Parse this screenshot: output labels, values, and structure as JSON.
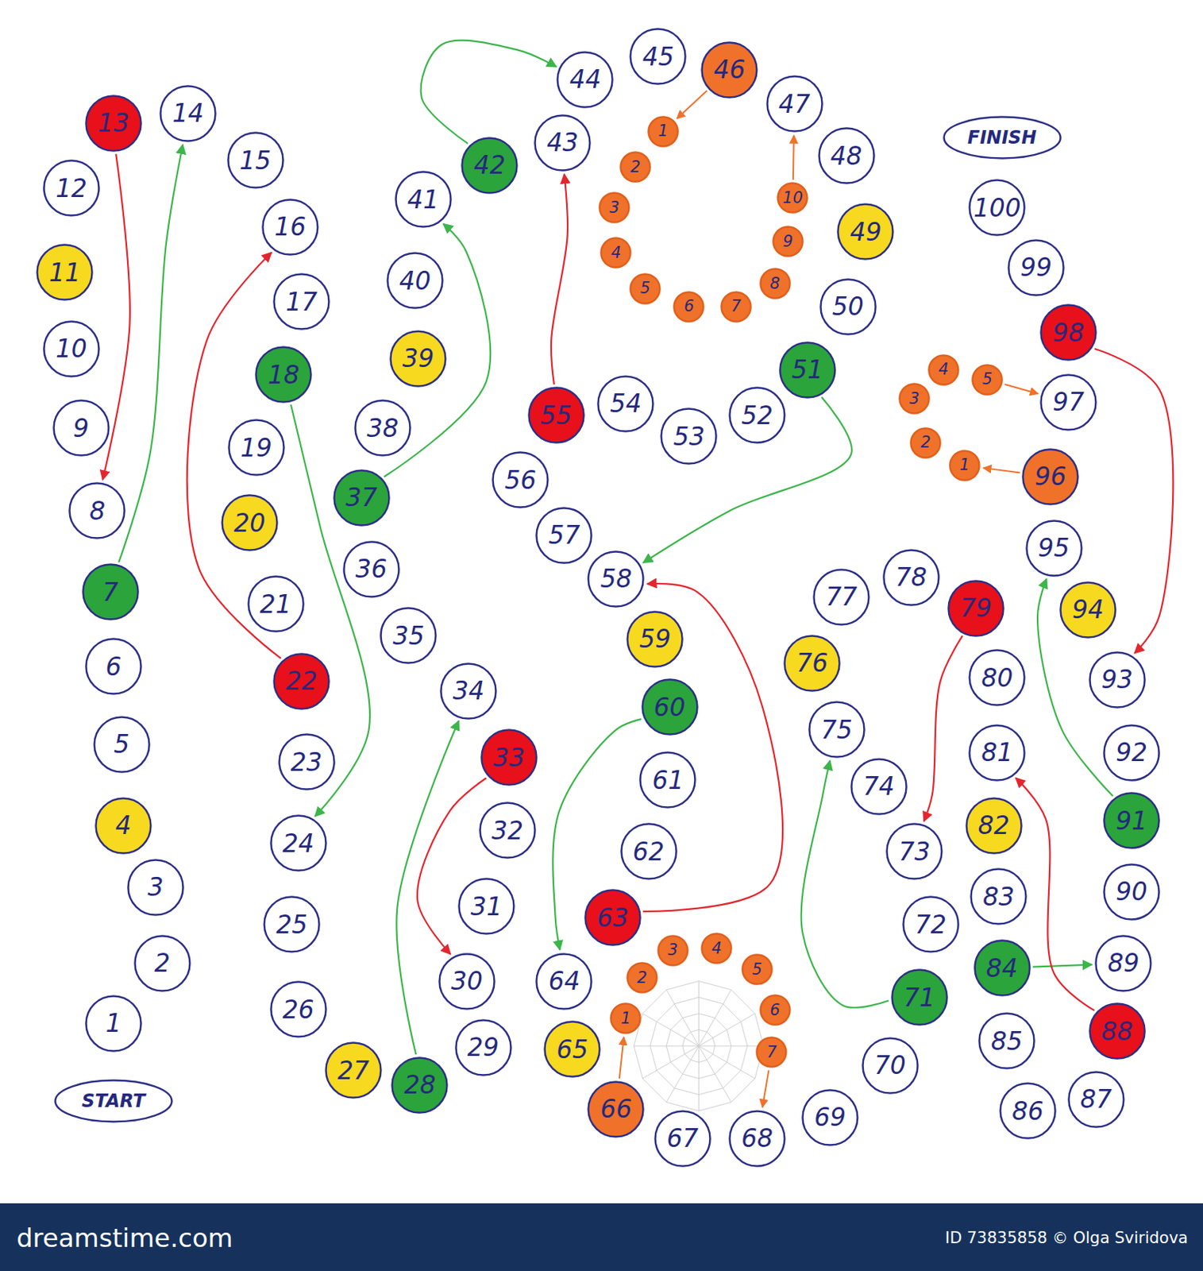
{
  "diagram": {
    "nodes": [
      {
        "text": [
          "START"
        ]
      },
      {
        "text": [
          "1"
        ]
      },
      {
        "text": [
          "2"
        ]
      },
      {
        "text": [
          "3"
        ]
      },
      {
        "text": [
          "4"
        ]
      },
      {
        "text": [
          "5"
        ]
      },
      {
        "text": [
          "6"
        ]
      },
      {
        "text": [
          "7"
        ]
      },
      {
        "text": [
          "8"
        ]
      },
      {
        "text": [
          "9"
        ]
      },
      {
        "text": [
          "10"
        ]
      },
      {
        "text": [
          "11"
        ]
      },
      {
        "text": [
          "12"
        ]
      },
      {
        "text": [
          "13"
        ]
      },
      {
        "text": [
          "14"
        ]
      },
      {
        "text": [
          "15"
        ]
      },
      {
        "text": [
          "16"
        ]
      },
      {
        "text": [
          "17"
        ]
      },
      {
        "text": [
          "18"
        ]
      },
      {
        "text": [
          "19"
        ]
      },
      {
        "text": [
          "20"
        ]
      },
      {
        "text": [
          "21"
        ]
      },
      {
        "text": [
          "22"
        ]
      },
      {
        "text": [
          "23"
        ]
      },
      {
        "text": [
          "24"
        ]
      },
      {
        "text": [
          "25"
        ]
      },
      {
        "text": [
          "26"
        ]
      },
      {
        "text": [
          "27"
        ]
      },
      {
        "text": [
          "28"
        ]
      },
      {
        "text": [
          "29"
        ]
      },
      {
        "text": [
          "30"
        ]
      },
      {
        "text": [
          "31"
        ]
      },
      {
        "text": [
          "32"
        ]
      },
      {
        "text": [
          "33"
        ]
      },
      {
        "text": [
          "34"
        ]
      },
      {
        "text": [
          "35"
        ]
      },
      {
        "text": [
          "36"
        ]
      },
      {
        "text": [
          "37"
        ]
      },
      {
        "text": [
          "38"
        ]
      },
      {
        "text": [
          "39"
        ]
      },
      {
        "text": [
          "40"
        ]
      },
      {
        "text": [
          "41"
        ]
      },
      {
        "text": [
          "42"
        ]
      },
      {
        "text": [
          "43"
        ]
      },
      {
        "text": [
          "44"
        ]
      },
      {
        "text": [
          "45"
        ]
      },
      {
        "text": [
          "46"
        ]
      },
      {
        "text": [
          "1"
        ]
      },
      {
        "text": [
          "2"
        ]
      },
      {
        "text": [
          "3"
        ]
      },
      {
        "text": [
          "4"
        ]
      },
      {
        "text": [
          "5"
        ]
      },
      {
        "text": [
          "6"
        ]
      },
      {
        "text": [
          "7"
        ]
      },
      {
        "text": [
          "8"
        ]
      },
      {
        "text": [
          "9"
        ]
      },
      {
        "text": [
          "10"
        ]
      },
      {
        "text": [
          "47"
        ]
      },
      {
        "text": [
          "48"
        ]
      },
      {
        "text": [
          "49"
        ]
      },
      {
        "text": [
          "50"
        ]
      },
      {
        "text": [
          "51"
        ]
      },
      {
        "text": [
          "52"
        ]
      },
      {
        "text": [
          "53"
        ]
      },
      {
        "text": [
          "54"
        ]
      },
      {
        "text": [
          "55"
        ]
      },
      {
        "text": [
          "56"
        ]
      },
      {
        "text": [
          "57"
        ]
      },
      {
        "text": [
          "58"
        ]
      },
      {
        "text": [
          "59"
        ]
      },
      {
        "text": [
          "60"
        ]
      },
      {
        "text": [
          "61"
        ]
      },
      {
        "text": [
          "62"
        ]
      },
      {
        "text": [
          "63"
        ]
      },
      {
        "text": [
          "64"
        ]
      },
      {
        "text": [
          "65"
        ]
      },
      {
        "text": [
          "66"
        ]
      },
      {
        "text": [
          "1"
        ]
      },
      {
        "text": [
          "2"
        ]
      },
      {
        "text": [
          "3"
        ]
      },
      {
        "text": [
          "4"
        ]
      },
      {
        "text": [
          "5"
        ]
      },
      {
        "text": [
          "6"
        ]
      },
      {
        "text": [
          "7"
        ]
      },
      {
        "text": [
          "67"
        ]
      },
      {
        "text": [
          "68"
        ]
      },
      {
        "text": [
          "69"
        ]
      },
      {
        "text": [
          "70"
        ]
      },
      {
        "text": [
          "71"
        ]
      },
      {
        "text": [
          "72"
        ]
      },
      {
        "text": [
          "73"
        ]
      },
      {
        "text": [
          "74"
        ]
      },
      {
        "text": [
          "75"
        ]
      },
      {
        "text": [
          "76"
        ]
      },
      {
        "text": [
          "77"
        ]
      },
      {
        "text": [
          "78"
        ]
      },
      {
        "text": [
          "79"
        ]
      },
      {
        "text": [
          "80"
        ]
      },
      {
        "text": [
          "81"
        ]
      },
      {
        "text": [
          "82"
        ]
      },
      {
        "text": [
          "83"
        ]
      },
      {
        "text": [
          "84"
        ]
      },
      {
        "text": [
          "85"
        ]
      },
      {
        "text": [
          "86"
        ]
      },
      {
        "text": [
          "87"
        ]
      },
      {
        "text": [
          "88"
        ]
      },
      {
        "text": [
          "89"
        ]
      },
      {
        "text": [
          "90"
        ]
      },
      {
        "text": [
          "91"
        ]
      },
      {
        "text": [
          "92"
        ]
      },
      {
        "text": [
          "93"
        ]
      },
      {
        "text": [
          "94"
        ]
      },
      {
        "text": [
          "95"
        ]
      },
      {
        "text": [
          "96"
        ]
      },
      {
        "text": [
          "1"
        ]
      },
      {
        "text": [
          "2"
        ]
      },
      {
        "text": [
          "3"
        ]
      },
      {
        "text": [
          "4"
        ]
      },
      {
        "text": [
          "5"
        ]
      },
      {
        "text": [
          "97"
        ]
      },
      {
        "text": [
          "98"
        ]
      },
      {
        "text": [
          "99"
        ]
      },
      {
        "text": [
          "100"
        ]
      },
      {
        "text": [
          "FINISH"
        ]
      }
    ],
    "edges": [
      {
        "from": 7,
        "to": 14,
        "arrow": "to"
      },
      {
        "from": 13,
        "to": 8,
        "arrow": "to"
      },
      {
        "from": 22,
        "to": 16,
        "arrow": "to"
      },
      {
        "from": 18,
        "to": 24,
        "arrow": "to"
      },
      {
        "from": 28,
        "to": 34,
        "arrow": "to"
      },
      {
        "from": 33,
        "to": 30,
        "arrow": "to"
      },
      {
        "from": 37,
        "to": 41,
        "arrow": "to"
      },
      {
        "from": 42,
        "to": 44,
        "arrow": "to"
      },
      {
        "from": 46,
        "to": 47,
        "arrow": "to"
      },
      {
        "from": 56,
        "to": 57,
        "arrow": "to"
      },
      {
        "from": 65,
        "to": 43,
        "arrow": "to"
      },
      {
        "from": 61,
        "to": 68,
        "arrow": "to"
      },
      {
        "from": 73,
        "to": 68,
        "arrow": "to"
      },
      {
        "from": 70,
        "to": 74,
        "arrow": "to"
      },
      {
        "from": 76,
        "to": 77,
        "arrow": "to"
      },
      {
        "from": 83,
        "to": 85,
        "arrow": "to"
      },
      {
        "from": 88,
        "to": 92,
        "arrow": "to"
      },
      {
        "from": 96,
        "to": 90,
        "arrow": "to"
      },
      {
        "from": 101,
        "to": 106,
        "arrow": "to"
      },
      {
        "from": 105,
        "to": 98,
        "arrow": "to"
      },
      {
        "from": 108,
        "to": 112,
        "arrow": "to"
      },
      {
        "from": 113,
        "to": 114,
        "arrow": "to"
      },
      {
        "from": 118,
        "to": 119,
        "arrow": "to"
      },
      {
        "from": 120,
        "to": 110,
        "arrow": "to"
      }
    ],
    "labels": [
      "dreamstime.com",
      "ID 73835858 © Olga Sviridova"
    ]
  }
}
